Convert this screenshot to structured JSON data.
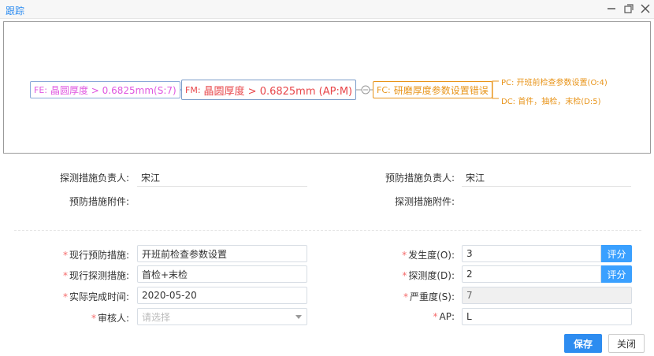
{
  "window": {
    "title": "跟踪"
  },
  "diagram": {
    "fe": {
      "prefix": "FE:",
      "text": "晶圆厚度 > 0.6825mm(S:7)"
    },
    "fm": {
      "prefix": "FM:",
      "text": "晶圆厚度 > 0.6825mm (AP:M)"
    },
    "fc": {
      "prefix": "FC:",
      "text": "研磨厚度参数设置错误"
    },
    "pc": {
      "text": "PC: 开班前检查参数设置(O:4)"
    },
    "dc": {
      "text": "DC: 首件，抽检，末检(D:5)"
    },
    "colors": {
      "fe": "#e056e0",
      "fm": "#e8464a",
      "fc": "#e8941a",
      "border_fe": "#8aa8d8"
    }
  },
  "info": {
    "detect_owner_label": "探测措施负责人:",
    "detect_owner_value": "宋江",
    "prevent_owner_label": "预防措施负责人:",
    "prevent_owner_value": "宋江",
    "prevent_attach_label": "预防措施附件:",
    "detect_attach_label": "探测措施附件:"
  },
  "form": {
    "current_prevention": {
      "label": "现行预防措施:",
      "value": "开班前检查参数设置"
    },
    "current_detection": {
      "label": "现行探测措施:",
      "value": "首检+末检"
    },
    "actual_done_time": {
      "label": "实际完成时间:",
      "value": "2020-05-20"
    },
    "reviewer": {
      "label": "审核人:",
      "placeholder": "请选择"
    },
    "occurrence": {
      "label": "发生度(O):",
      "value": "3",
      "score_button": "评分"
    },
    "detection": {
      "label": "探测度(D):",
      "value": "2",
      "score_button": "评分"
    },
    "severity": {
      "label": "严重度(S):",
      "value": "7"
    },
    "ap": {
      "label": "AP:",
      "value": "L"
    },
    "required_mark": "*"
  },
  "footer": {
    "save_label": "保存",
    "close_label": "关闭"
  },
  "icons": {
    "minimize": "minimize-icon",
    "maximize": "maximize-icon",
    "close": "close-icon",
    "collapse": "collapse-circle-icon"
  }
}
